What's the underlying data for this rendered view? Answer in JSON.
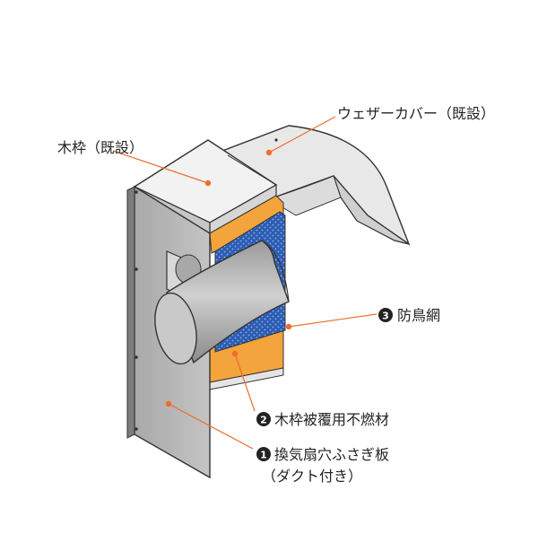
{
  "labels": {
    "weather_cover": "ウェザーカバー（既設）",
    "wood_frame": "木枠（既設）",
    "bird_net": "防鳥網",
    "frame_cover": "木枠被覆用不燃材",
    "plate_line1": "換気扇穴ふさぎ板",
    "plate_line2": "（ダクト付き）"
  },
  "markers": {
    "n1": "1",
    "n2": "2",
    "n3": "3"
  },
  "colors": {
    "leader": "#ee6d2d",
    "metal": "#b9b9b9",
    "metal_dark": "#8c8c8c",
    "orange_panel": "#f3a43c",
    "net_blue": "#2d5db3"
  }
}
